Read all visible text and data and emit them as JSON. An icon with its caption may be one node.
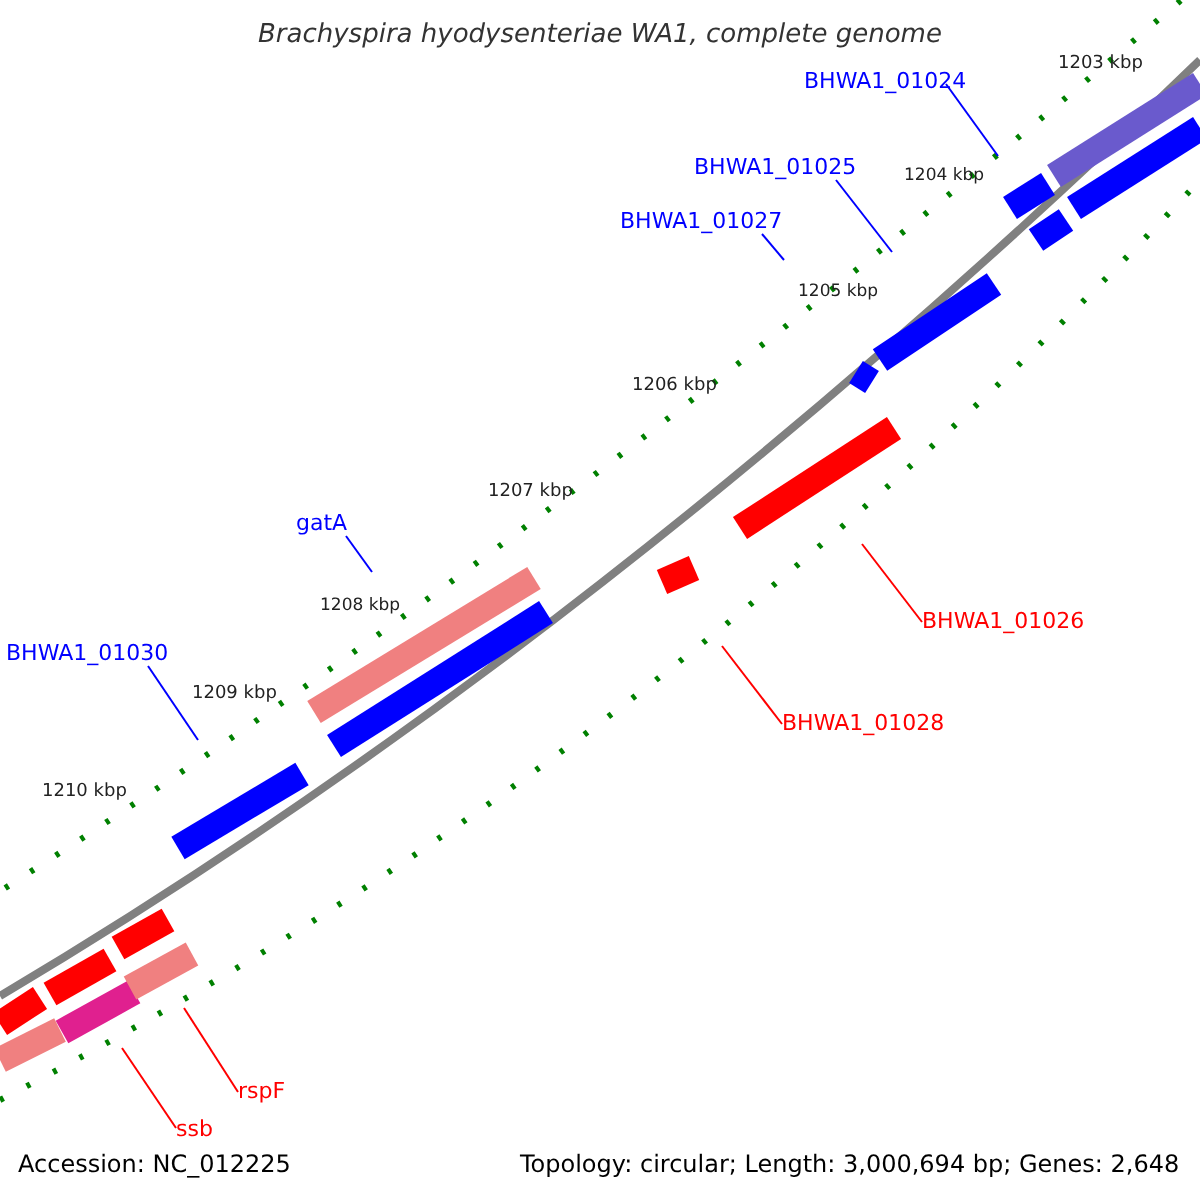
{
  "diagram": {
    "title": "Brachyspira hyodysenteriae WA1, complete genome",
    "nodes": [
      {
        "text": [
          "BHWA1_01024"
        ]
      },
      {
        "text": [
          "BHWA1_01025"
        ]
      },
      {
        "text": [
          "BHWA1_01027"
        ]
      },
      {
        "text": [
          "gatA"
        ]
      },
      {
        "text": [
          "BHWA1_01030"
        ]
      },
      {
        "text": [
          "BHWA1_01026"
        ]
      },
      {
        "text": [
          "BHWA1_01028"
        ]
      },
      {
        "text": [
          "rspF"
        ]
      },
      {
        "text": [
          "ssb"
        ]
      }
    ],
    "edges": [
      {
        "from": 0,
        "to": null,
        "arrow": "none"
      },
      {
        "from": 1,
        "to": null,
        "arrow": "none"
      },
      {
        "from": 2,
        "to": null,
        "arrow": "none"
      },
      {
        "from": 3,
        "to": null,
        "arrow": "none"
      },
      {
        "from": 4,
        "to": null,
        "arrow": "none"
      },
      {
        "from": 5,
        "to": null,
        "arrow": "none",
        "color": "#ff0000"
      },
      {
        "from": 6,
        "to": null,
        "arrow": "none",
        "color": "#ff0000"
      },
      {
        "from": 7,
        "to": null,
        "arrow": "none",
        "color": "#ff0000"
      },
      {
        "from": 8,
        "to": null,
        "arrow": "none",
        "color": "#ff0000"
      }
    ],
    "labels": [
      "1203 kbp",
      "1204 kbp",
      "1205 kbp",
      "1206 kbp",
      "1207 kbp",
      "1208 kbp",
      "1209 kbp",
      "1210 kbp",
      "Accession: NC_012225",
      "Topology: circular; Length: 3,000,694 bp; Genes: 2,648"
    ]
  }
}
